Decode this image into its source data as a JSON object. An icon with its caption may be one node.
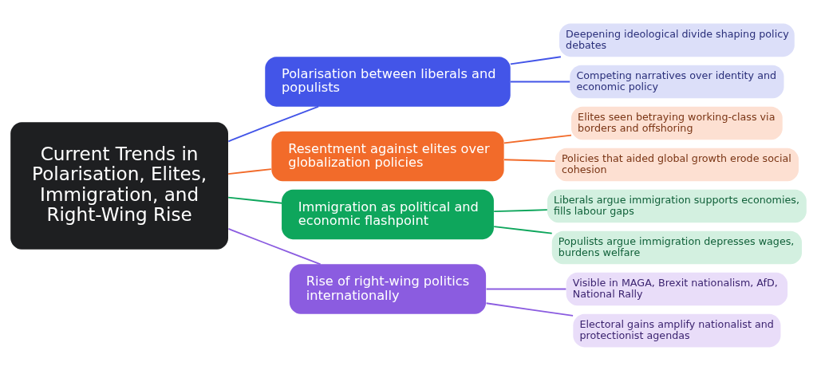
{
  "diagram": {
    "nodes": [
      {
        "text": [
          "Current Trends in Polarisation, Elites, Immigration, and Right-Wing Rise"
        ]
      },
      {
        "text": [
          "Polarisation between liberals and populists"
        ]
      },
      {
        "text": [
          "Deepening ideological divide shaping policy debates"
        ]
      },
      {
        "text": [
          "Competing narratives over identity and economic policy"
        ]
      },
      {
        "text": [
          "Resentment against elites over globalization policies"
        ]
      },
      {
        "text": [
          "Elites seen betraying working-class via borders and offshoring"
        ]
      },
      {
        "text": [
          "Policies that aided global growth erode social cohesion"
        ]
      },
      {
        "text": [
          "Immigration as political and economic flashpoint"
        ]
      },
      {
        "text": [
          "Liberals argue immigration supports economies, fills labour gaps"
        ]
      },
      {
        "text": [
          "Populists argue immigration depresses wages, burdens welfare"
        ]
      },
      {
        "text": [
          "Rise of right-wing politics internationally"
        ]
      },
      {
        "text": [
          "Visible in MAGA, Brexit nationalism, AfD, National Rally"
        ]
      },
      {
        "text": [
          "Electoral gains amplify nationalist and protectionist agendas"
        ]
      }
    ],
    "edges": [
      {
        "from": 0,
        "to": 1,
        "arrow": "none",
        "color": "#4355e8"
      },
      {
        "from": 1,
        "to": 2,
        "arrow": "none",
        "color": "#4355e8"
      },
      {
        "from": 1,
        "to": 3,
        "arrow": "none",
        "color": "#4355e8"
      },
      {
        "from": 0,
        "to": 4,
        "arrow": "none",
        "color": "#f26b2a"
      },
      {
        "from": 4,
        "to": 5,
        "arrow": "none",
        "color": "#f26b2a"
      },
      {
        "from": 4,
        "to": 6,
        "arrow": "none",
        "color": "#f26b2a"
      },
      {
        "from": 0,
        "to": 7,
        "arrow": "none",
        "color": "#0ea65c"
      },
      {
        "from": 7,
        "to": 8,
        "arrow": "none",
        "color": "#0ea65c"
      },
      {
        "from": 7,
        "to": 9,
        "arrow": "none",
        "color": "#0ea65c"
      },
      {
        "from": 0,
        "to": 10,
        "arrow": "none",
        "color": "#8b5ce0"
      },
      {
        "from": 10,
        "to": 11,
        "arrow": "none",
        "color": "#8b5ce0"
      },
      {
        "from": 10,
        "to": 12,
        "arrow": "none",
        "color": "#8b5ce0"
      }
    ]
  }
}
